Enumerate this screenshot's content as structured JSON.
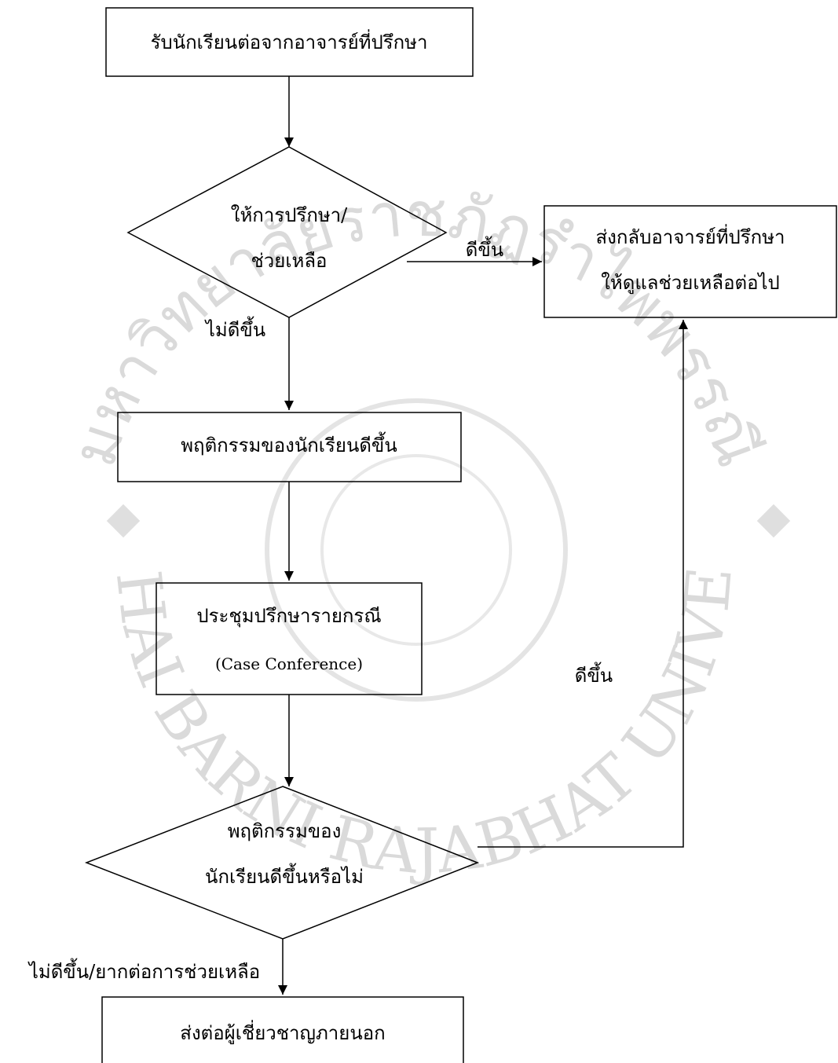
{
  "watermark": {
    "arc_top": "มหาวิทยาลัยราชภัฏรำไพพรรณี",
    "arc_bottom": "RAMBHAI BARNI RAJABHAT UNIVERSITY",
    "color": "#d6d6d6"
  },
  "nodes": {
    "start": "รับนักเรียนต่อจากอาจารย์ที่ปรึกษา",
    "counsel_line1": "ให้การปรึกษา/",
    "counsel_line2": "ช่วยเหลือ",
    "return_line1": "ส่งกลับอาจารย์ที่ปรึกษา",
    "return_line2": "ให้ดูแลช่วยเหลือต่อไป",
    "behavior_improved": "พฤติกรรมของนักเรียนดีขึ้น",
    "case_conf_line1": "ประชุมปรึกษารายกรณี",
    "case_conf_line2": "(Case Conference)",
    "decision_line1": "พฤติกรรมของ",
    "decision_line2": "นักเรียนดีขึ้นหรือไม่",
    "refer_out": "ส่งต่อผู้เชี่ยวชาญภายนอก"
  },
  "edges": {
    "counsel_improved": "ดีขึ้น",
    "counsel_not_improved": "ไม่ดีขึ้น",
    "decision_improved": "ดีขึ้น",
    "decision_not_improved": "ไม่ดีขึ้น/ยากต่อการช่วยเหลือ"
  }
}
